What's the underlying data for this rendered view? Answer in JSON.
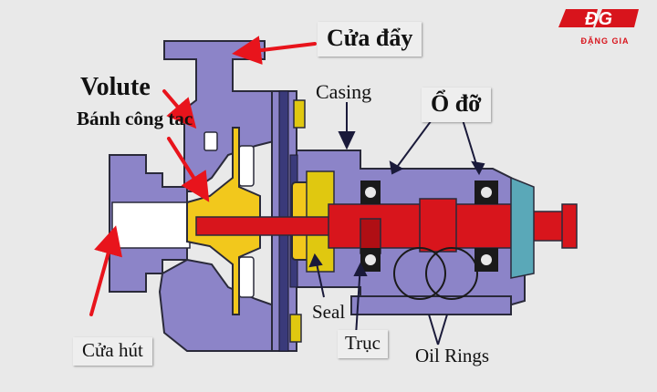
{
  "labels": {
    "cua_day": "Cửa đẩy",
    "volute": "Volute",
    "banh_cong_tac": "Bánh công tac",
    "casing": "Casing",
    "o_do": "Ổ đỡ",
    "seal": "Seal",
    "truc": "Trục",
    "oil_rings": "Oil Rings",
    "cua_hut": "Cửa hút"
  },
  "logo": {
    "letters": "ĐG",
    "tagline": "ĐẶNG GIA"
  },
  "colors": {
    "background": "#e9e9e9",
    "casing": "#8c84c8",
    "casing_outline": "#2a2a3a",
    "impeller": "#f2c81c",
    "shaft": "#d8151c",
    "arrow": "#e8141c",
    "seal_block": "#2a2a2a",
    "bolt": "#e0c810",
    "brand_red": "#d8141c"
  }
}
